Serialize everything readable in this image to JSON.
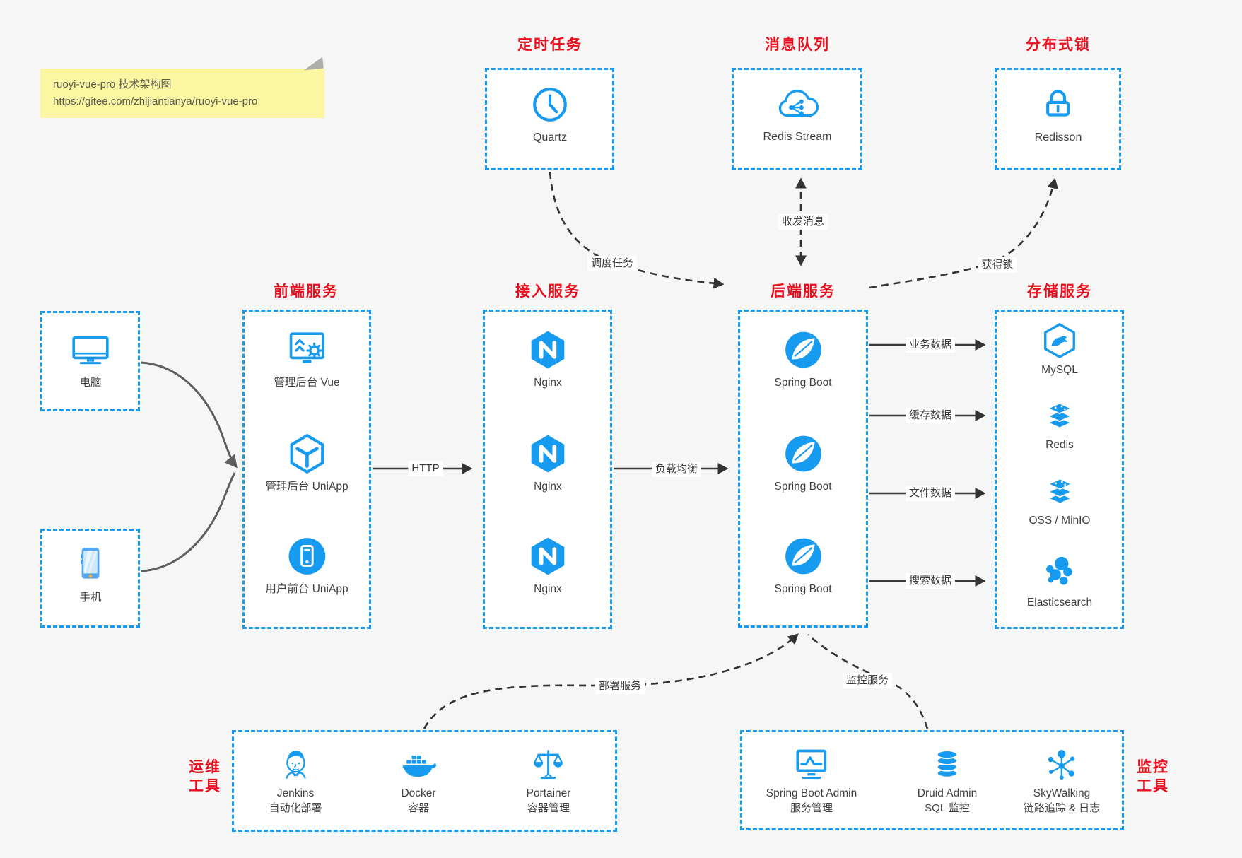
{
  "note": {
    "title": "ruoyi-vue-pro 技术架构图",
    "url": "https://gitee.com/zhijiantianya/ruoyi-vue-pro"
  },
  "colors": {
    "accent_blue": "#169BF0",
    "title_red": "#E8101E",
    "note_yellow": "#FBF6A1",
    "canvas_gray": "#F6F6F6",
    "arrow_dark": "#333333",
    "arrow_gray": "#5F5F5F"
  },
  "top_groups": {
    "scheduled_task": {
      "title": "定时任务",
      "node": {
        "icon": "clock-icon",
        "label": "Quartz"
      }
    },
    "message_queue": {
      "title": "消息队列",
      "node": {
        "icon": "cloud-share-icon",
        "label": "Redis Stream"
      }
    },
    "distributed_lock": {
      "title": "分布式锁",
      "node": {
        "icon": "lock-icon",
        "label": "Redisson"
      }
    }
  },
  "clients": {
    "pc": {
      "icon": "desktop-icon",
      "label": "电脑"
    },
    "mobile": {
      "icon": "mobile-icon",
      "label": "手机"
    }
  },
  "columns": {
    "frontend": {
      "title": "前端服务",
      "items": [
        {
          "icon": "admin-vue-icon",
          "label": "管理后台 Vue"
        },
        {
          "icon": "uniapp-cube-icon",
          "label": "管理后台 UniApp"
        },
        {
          "icon": "user-app-icon",
          "label": "用户前台 UniApp"
        }
      ]
    },
    "gateway": {
      "title": "接入服务",
      "items": [
        {
          "icon": "nginx-icon",
          "label": "Nginx"
        },
        {
          "icon": "nginx-icon",
          "label": "Nginx"
        },
        {
          "icon": "nginx-icon",
          "label": "Nginx"
        }
      ]
    },
    "backend": {
      "title": "后端服务",
      "items": [
        {
          "icon": "spring-boot-icon",
          "label": "Spring Boot"
        },
        {
          "icon": "spring-boot-icon",
          "label": "Spring Boot"
        },
        {
          "icon": "spring-boot-icon",
          "label": "Spring Boot"
        }
      ]
    },
    "storage": {
      "title": "存储服务",
      "items": [
        {
          "icon": "mysql-icon",
          "label": "MySQL"
        },
        {
          "icon": "redis-stack-icon",
          "label": "Redis"
        },
        {
          "icon": "redis-stack-icon",
          "label": "OSS / MinIO"
        },
        {
          "icon": "elasticsearch-icon",
          "label": "Elasticsearch"
        }
      ]
    }
  },
  "edges": {
    "http": "HTTP",
    "load_balance": "负载均衡",
    "schedule_task": "调度任务",
    "send_receive_msg": "收发消息",
    "acquire_lock": "获得锁",
    "business_data": "业务数据",
    "cache_data": "缓存数据",
    "file_data": "文件数据",
    "search_data": "搜索数据",
    "deploy_service": "部署服务",
    "monitor_service": "监控服务"
  },
  "ops_tools": {
    "title_lines": [
      "运维",
      "工具"
    ],
    "items": [
      {
        "icon": "jenkins-icon",
        "label": "Jenkins",
        "sublabel": "自动化部署"
      },
      {
        "icon": "docker-icon",
        "label": "Docker",
        "sublabel": "容器"
      },
      {
        "icon": "portainer-icon",
        "label": "Portainer",
        "sublabel": "容器管理"
      }
    ]
  },
  "monitor_tools": {
    "title_lines": [
      "监控",
      "工具"
    ],
    "items": [
      {
        "icon": "spring-boot-admin-icon",
        "label": "Spring Boot Admin",
        "sublabel": "服务管理"
      },
      {
        "icon": "druid-icon",
        "label": "Druid Admin",
        "sublabel": "SQL 监控"
      },
      {
        "icon": "skywalking-icon",
        "label": "SkyWalking",
        "sublabel": "链路追踪 & 日志"
      }
    ]
  }
}
